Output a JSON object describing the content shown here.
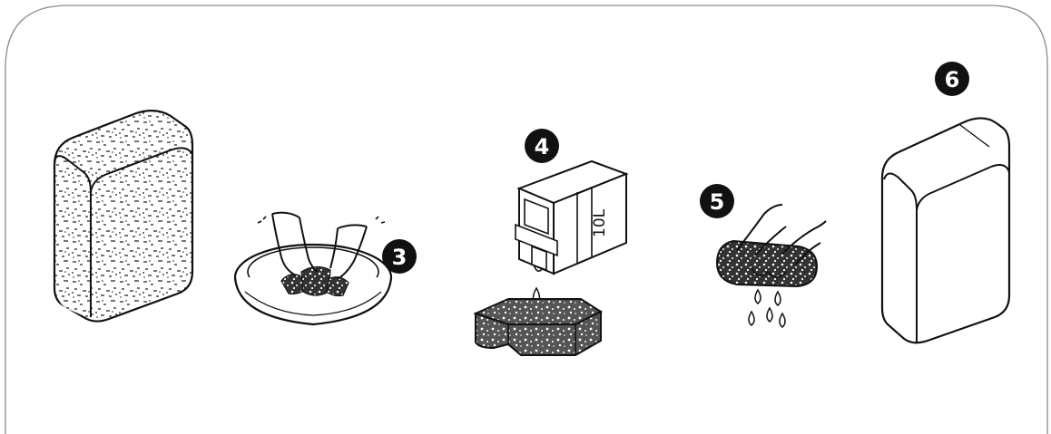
{
  "steps": [
    {
      "id": "step-filter-new",
      "number": ""
    },
    {
      "id": "step-wash",
      "number": "3"
    },
    {
      "id": "step-rinse",
      "number": "4"
    },
    {
      "id": "step-squeeze",
      "number": "5"
    },
    {
      "id": "step-filter-clean",
      "number": "6"
    }
  ],
  "container": {
    "volume_label": "10L"
  },
  "icons": [
    "filter-dirty-icon",
    "hands-in-basin-icon",
    "water-container-icon",
    "sponge-icon",
    "squeeze-hands-icon",
    "water-drops-icon",
    "filter-clean-icon"
  ],
  "colors": {
    "ink": "#111111",
    "frame": "#888888",
    "background": "#ffffff"
  }
}
